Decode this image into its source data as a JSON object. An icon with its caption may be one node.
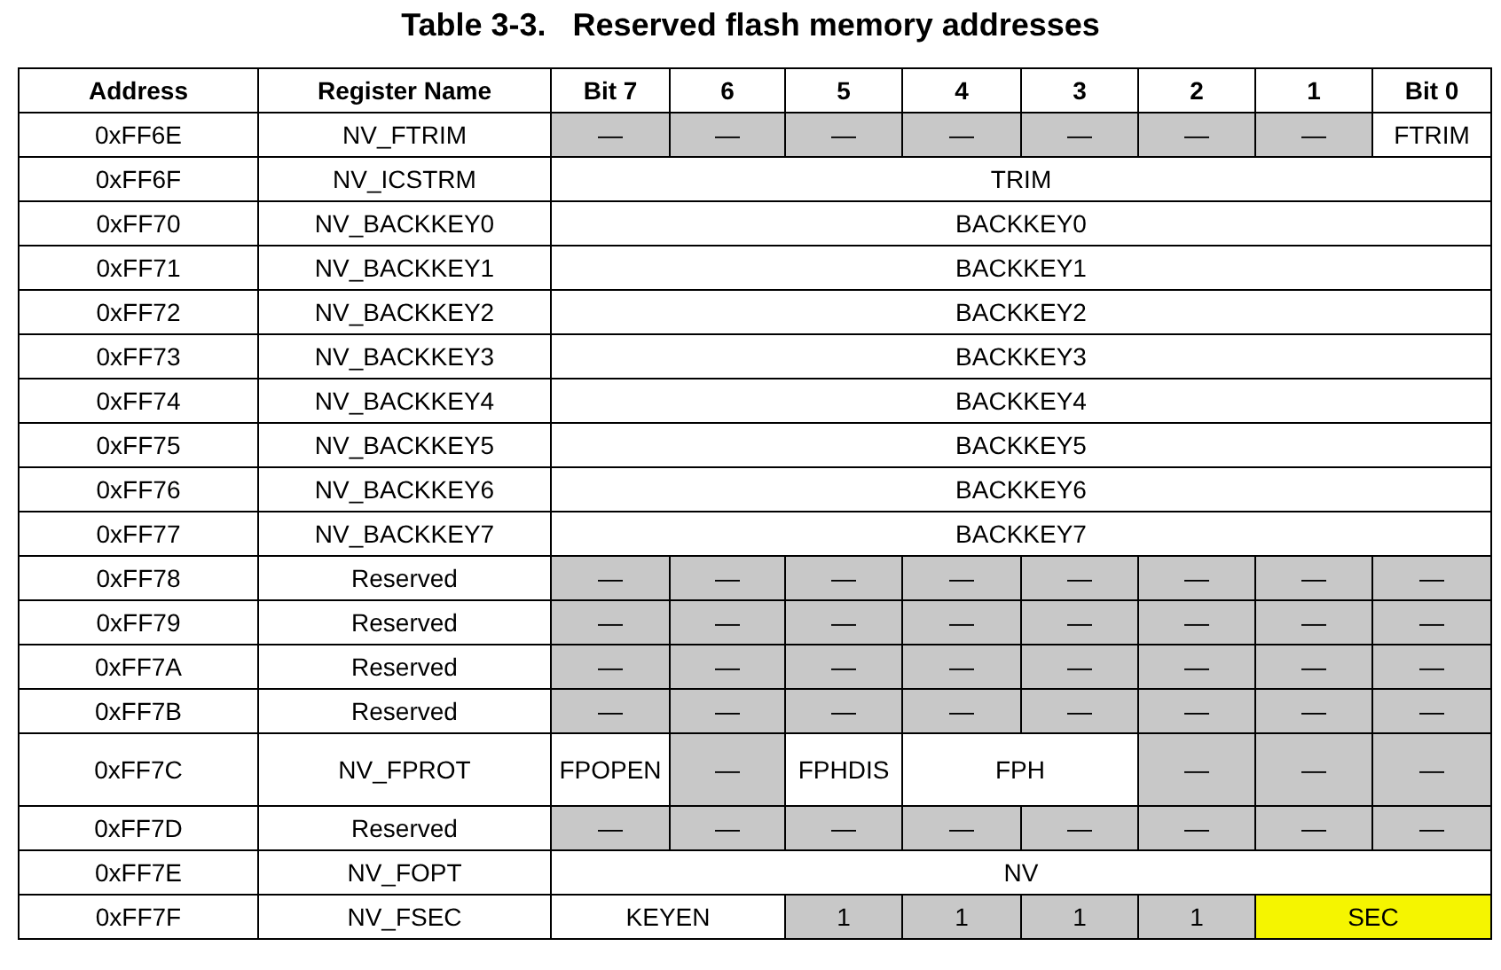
{
  "diagram": {
    "title": "Table 3-3.   Reserved flash memory addresses",
    "labels": [
      "Address",
      "Register Name",
      "Bit 7",
      "6",
      "5",
      "4",
      "3",
      "2",
      "1",
      "Bit 0",
      "0xFF6E",
      "NV_FTRIM",
      "—",
      "—",
      "—",
      "—",
      "—",
      "—",
      "—",
      "FTRIM",
      "0xFF6F",
      "NV_ICSTRM",
      "TRIM",
      "0xFF70",
      "NV_BACKKEY0",
      "BACKKEY0",
      "0xFF71",
      "NV_BACKKEY1",
      "BACKKEY1",
      "0xFF72",
      "NV_BACKKEY2",
      "BACKKEY2",
      "0xFF73",
      "NV_BACKKEY3",
      "BACKKEY3",
      "0xFF74",
      "NV_BACKKEY4",
      "BACKKEY4",
      "0xFF75",
      "NV_BACKKEY5",
      "BACKKEY5",
      "0xFF76",
      "NV_BACKKEY6",
      "BACKKEY6",
      "0xFF77",
      "NV_BACKKEY7",
      "BACKKEY7",
      "0xFF78",
      "Reserved",
      "—",
      "—",
      "—",
      "—",
      "—",
      "—",
      "—",
      "—",
      "0xFF79",
      "Reserved",
      "—",
      "—",
      "—",
      "—",
      "—",
      "—",
      "—",
      "—",
      "0xFF7A",
      "Reserved",
      "—",
      "—",
      "—",
      "—",
      "—",
      "—",
      "—",
      "—",
      "0xFF7B",
      "Reserved",
      "—",
      "—",
      "—",
      "—",
      "—",
      "—",
      "—",
      "—",
      "0xFF7C",
      "NV_FPROT",
      "FPOPEN",
      "—",
      "FPHDIS",
      "FPH",
      "—",
      "—",
      "—",
      "0xFF7D",
      "Reserved",
      "—",
      "—",
      "—",
      "—",
      "—",
      "—",
      "—",
      "—",
      "0xFF7E",
      "NV_FOPT",
      "NV",
      "0xFF7F",
      "NV_FSEC",
      "KEYEN",
      "1",
      "1",
      "1",
      "1",
      "SEC"
    ]
  }
}
